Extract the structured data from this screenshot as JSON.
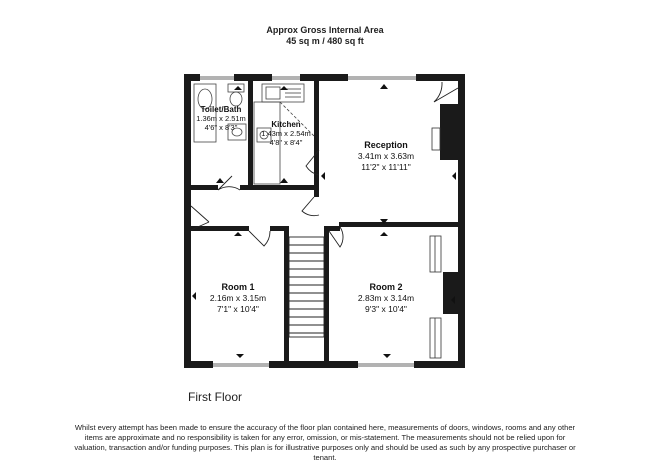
{
  "header": {
    "line1": "Approx Gross Internal Area",
    "line2": "45 sq m / 480 sq ft"
  },
  "rooms": {
    "toilet_bath": {
      "name": "Toilet/Bath",
      "metric": "1.36m x 2.51m",
      "imperial": "4'6\" x 8'3\""
    },
    "kitchen": {
      "name": "Kitchen",
      "metric": "1.43m x 2.54m",
      "imperial": "4'8\" x 8'4\""
    },
    "reception": {
      "name": "Reception",
      "metric": "3.41m x 3.63m",
      "imperial": "11'2\" x 11'11\""
    },
    "room1": {
      "name": "Room 1",
      "metric": "2.16m x 3.15m",
      "imperial": "7'1\" x 10'4\""
    },
    "room2": {
      "name": "Room 2",
      "metric": "2.83m x 3.14m",
      "imperial": "9'3\" x 10'4\""
    }
  },
  "floor_label": "First Floor",
  "disclaimer": "Whilst every attempt has been made to ensure the accuracy of the floor plan contained here, measurements of doors, windows, rooms and any other items are approximate and no responsibility is taken for any error, omission, or mis-statement. The measurements should not be relied upon for valuation, transaction and/or funding purposes. This plan is for illustrative purposes only and should be used as such by any prospective purchaser or tenant.",
  "colors": {
    "wall": "#1a1a1a",
    "background": "#ffffff",
    "fixture": "#444444"
  }
}
